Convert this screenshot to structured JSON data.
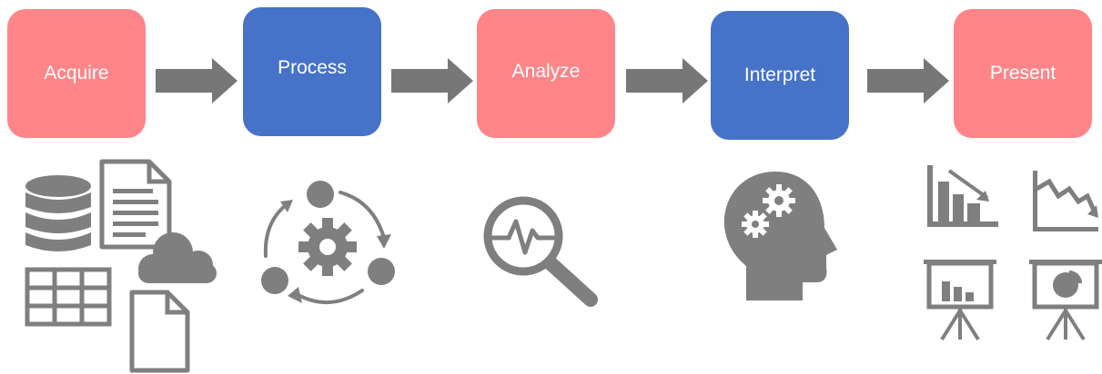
{
  "steps": [
    {
      "label": "Acquire",
      "color": "#FF8589"
    },
    {
      "label": "Process",
      "color": "#4672C8"
    },
    {
      "label": "Analyze",
      "color": "#FF8589"
    },
    {
      "label": "Interpret",
      "color": "#4672C8"
    },
    {
      "label": "Present",
      "color": "#FF8589"
    }
  ],
  "icons": {
    "acquire": [
      "database-icon",
      "document-icon",
      "table-icon",
      "cloud-icon",
      "blank-file-icon"
    ],
    "process": [
      "process-cycle-gear-icon"
    ],
    "analyze": [
      "magnifier-waveform-icon"
    ],
    "interpret": [
      "head-gears-icon"
    ],
    "present": [
      "bar-chart-trend-icon",
      "line-chart-down-icon",
      "presentation-bar-icon",
      "presentation-pie-icon"
    ]
  },
  "colors": {
    "arrow": "#777777",
    "icon": "#7F7F7F"
  }
}
